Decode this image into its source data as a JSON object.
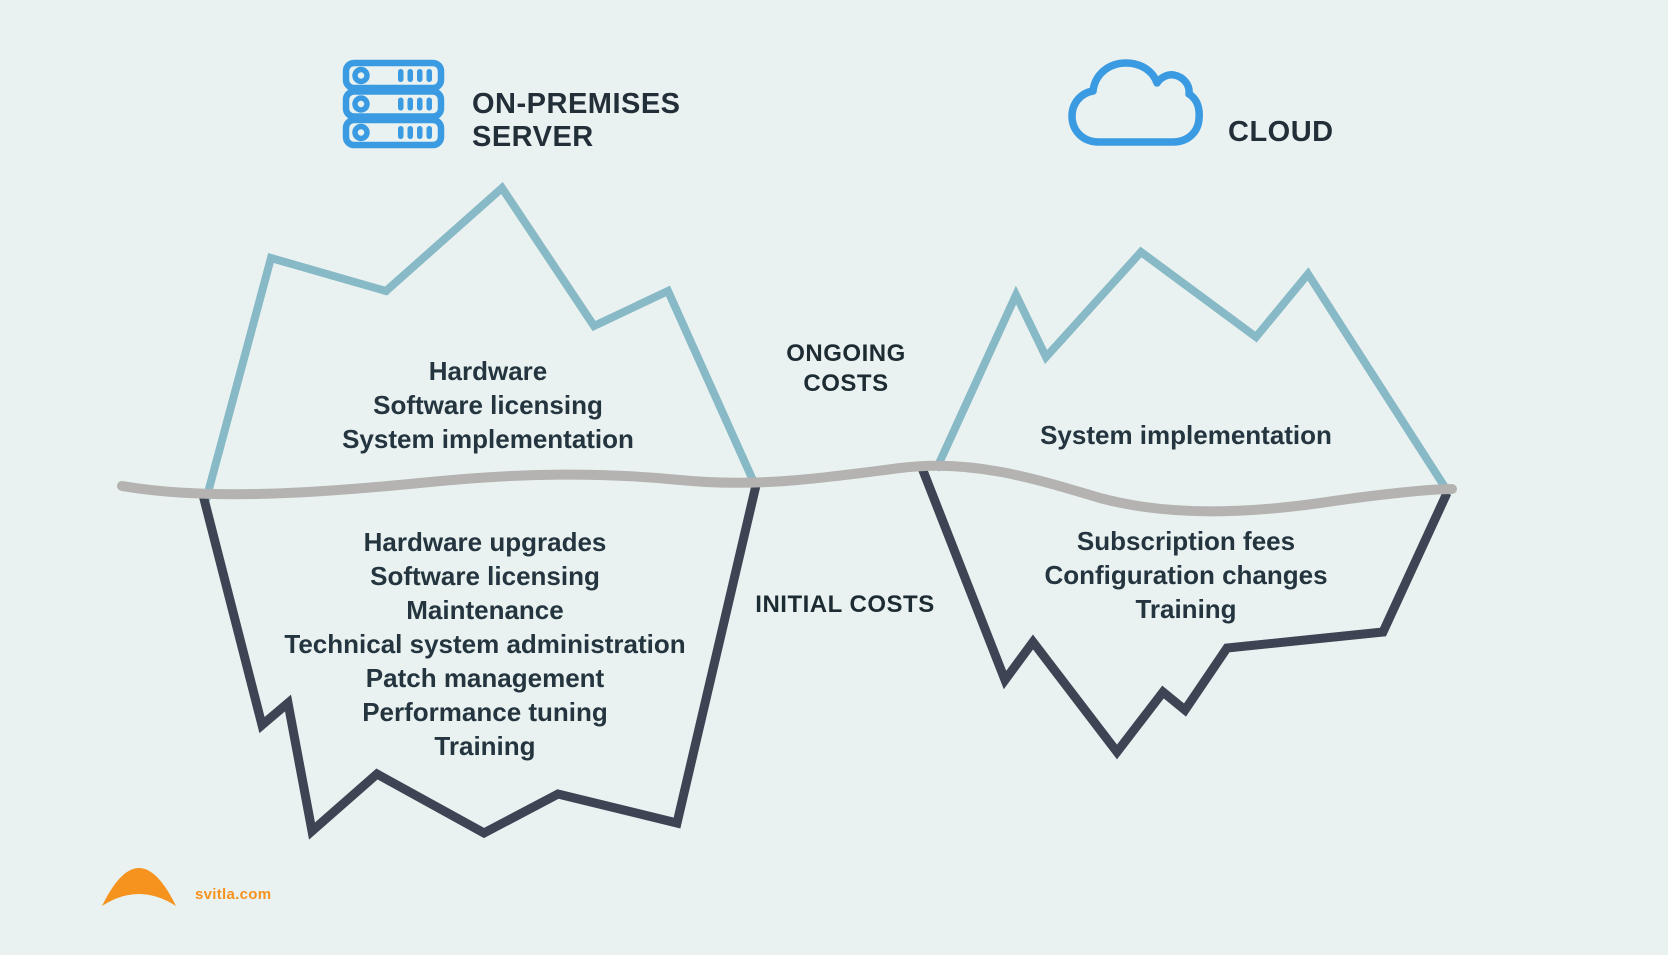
{
  "colors": {
    "background": "#e9f2f0",
    "accent_blue": "#3b9be2",
    "iceberg_above": "#87b9c6",
    "iceberg_below": "#3d4454",
    "waterline_gray": "#b4b3b1",
    "text_dark": "#243540",
    "logo_orange": "#f6921e"
  },
  "headers": {
    "on_premises": {
      "icon": "server-icon",
      "title": "ON-PREMISES SERVER"
    },
    "cloud": {
      "icon": "cloud-icon",
      "title": "CLOUD"
    }
  },
  "zone_labels": {
    "above_water": "ONGOING COSTS",
    "below_water": "INITIAL COSTS"
  },
  "icebergs": {
    "on_premises": {
      "above_water": [
        "Hardware",
        "Software licensing",
        "System implementation"
      ],
      "below_water": [
        "Hardware upgrades",
        "Software licensing",
        "Maintenance",
        "Technical system administration",
        "Patch management",
        "Performance tuning",
        "Training"
      ]
    },
    "cloud": {
      "above_water": [
        "System implementation"
      ],
      "below_water": [
        "Subscription fees",
        "Configuration changes",
        "Training"
      ]
    }
  },
  "footer": {
    "logo_text": "svitla.com"
  }
}
